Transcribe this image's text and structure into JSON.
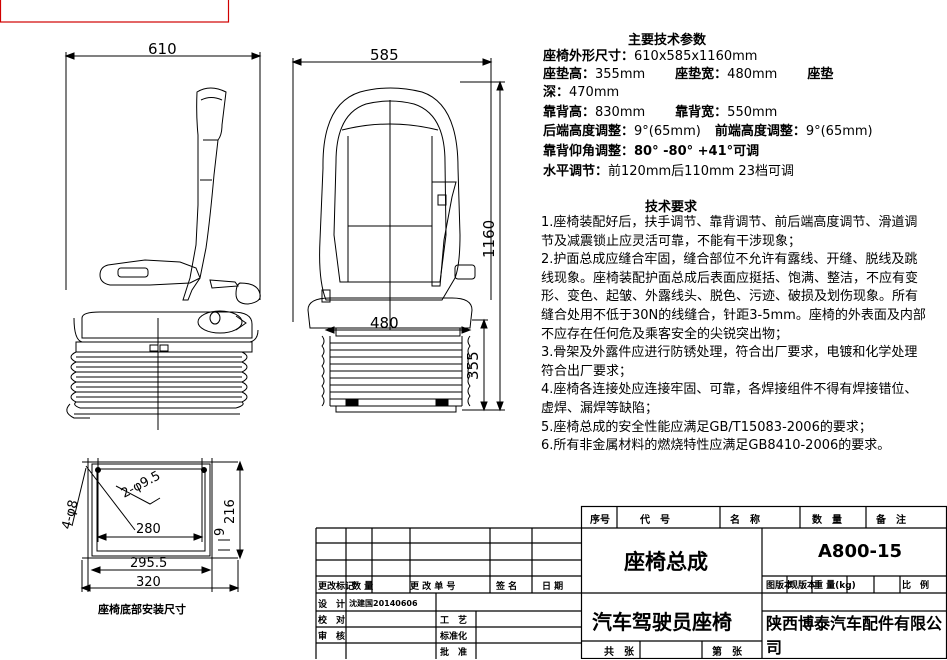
{
  "dimensions": {
    "side_width": "610",
    "front_width": "585",
    "height": "1160",
    "cushion_width": "480",
    "cushion_height": "355",
    "base": {
      "holes": "2-φ9.5",
      "slots": "4-φ8",
      "inner_width": "280",
      "slot_span": "295.5",
      "outer_width": "320",
      "depth": "216",
      "offset": "9"
    }
  },
  "base_caption": "座椅底部安装尺寸",
  "specs": {
    "title": "主要技术参数",
    "lines": [
      {
        "label": "座椅外形尺寸：",
        "value": "610x585x1160mm"
      },
      {
        "label": "座垫高：",
        "value": "355mm",
        "label2": "座垫宽：",
        "value2": "480mm",
        "label3": "座垫"
      },
      {
        "label": "深：",
        "value": "470mm"
      },
      {
        "label": "靠背高：",
        "value": "830mm",
        "label2": "靠背宽：",
        "value2": "550mm"
      },
      {
        "label": "后端高度调整：",
        "value": "9°(65mm)",
        "label2": "前端高度调整：",
        "value2": "9°(65mm)"
      },
      {
        "label": "靠背仰角调整：",
        "value": "80° -80° +41°可调"
      },
      {
        "label": "水平调节：",
        "value": "前120mm后110mm   23档可调"
      }
    ]
  },
  "requirements": {
    "title": "技术要求",
    "items": [
      "1.座椅装配好后，扶手调节、靠背调节、前后端高度调节、滑道调节及减震锁止应灵活可靠，不能有干涉现象；",
      "2.护面总成应缝合牢固，缝合部位不允许有露线、开缝、脱线及跳线现象。座椅装配护面总成后表面应挺括、饱满、整洁，不应有变形、变色、起皱、外露线头、脱色、污迹、破损及划伤现象。所有缝合处用不低于30N的线缝合，针距3-5mm。座椅的外表面及内部不应存在任何危及乘客安全的尖锐突出物；",
      "3.骨架及外露件应进行防锈处理，符合出厂要求，电镀和化学处理符合出厂要求；",
      "4.座椅各连接处应连接牢固、可靠，各焊接组件不得有焊接错位、虚焊、漏焊等缺陷；",
      "5.座椅总成的安全性能应满足GB/T15083-2006的要求；",
      "6.所有非金属材料的燃烧特性应满足GB8410-2006的要求。"
    ]
  },
  "title_block": {
    "parts_header": [
      "序号",
      "代　号",
      "名　称",
      "数　量",
      "备　注"
    ],
    "part_name": "座椅总成",
    "drawing_no": "A800-15",
    "product_name": "汽车驾驶员座椅",
    "company": "陕西博泰汽车配件有限公司",
    "revision_header": [
      "更改标记",
      "数 量",
      "更 改 单 号",
      "签 名",
      "日 期"
    ],
    "attr_header": [
      "图版本",
      "现版本",
      "重 量(kg)",
      "比　例"
    ],
    "design_label": "设　计",
    "designer": "沈建国20140606",
    "proof_label": "校　对",
    "review_label": "审　核",
    "process_label": "工　艺",
    "standard_label": "标准化",
    "approve_label": "批　准",
    "sheets_total": "共　张",
    "sheet_no": "第　张"
  }
}
